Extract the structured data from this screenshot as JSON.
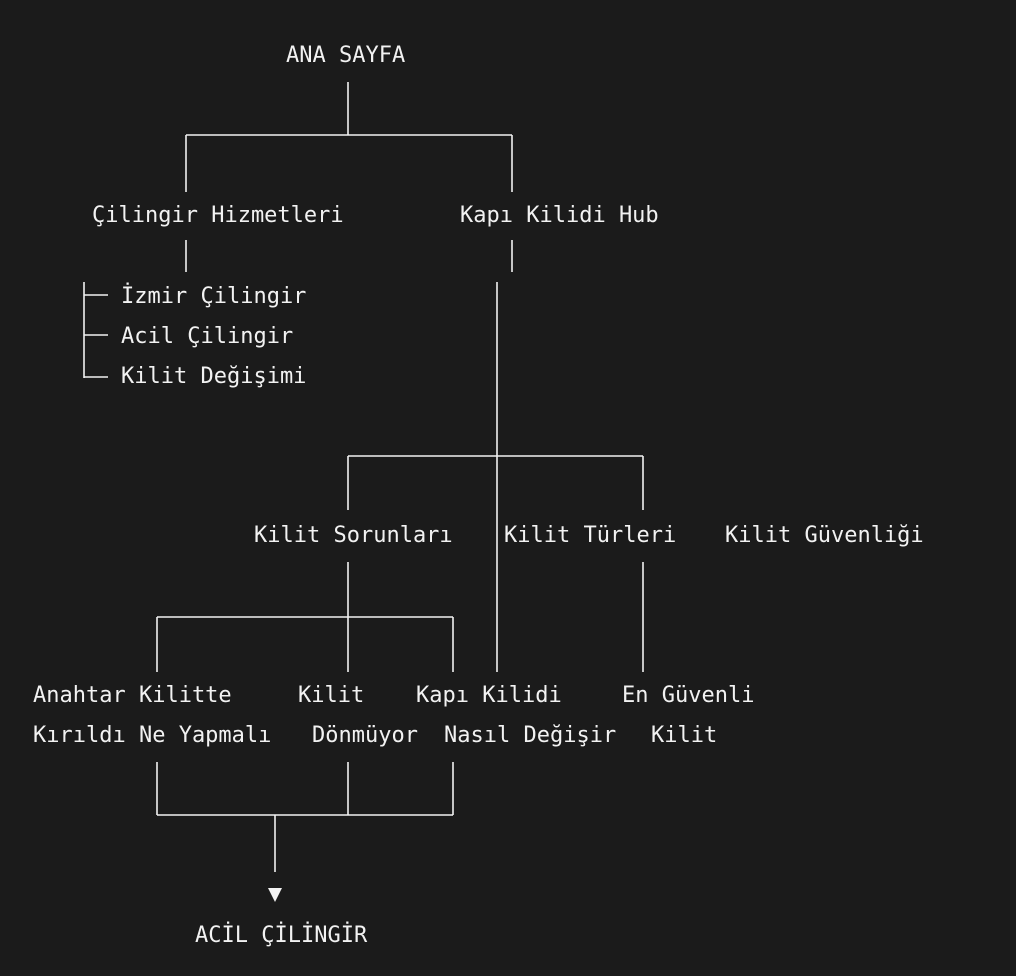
{
  "colors": {
    "background": "#1b1b1b",
    "foreground": "#f2f2f2"
  },
  "icons": {
    "arrow": "down-triangle-icon",
    "tree_branch": "tree-branch-connector",
    "tree_last": "tree-last-connector"
  },
  "root": {
    "label": "ANA SAYFA"
  },
  "level1": {
    "services": {
      "label": "Çilingir Hizmetleri",
      "children": [
        "İzmir Çilingir",
        "Acil Çilingir",
        "Kilit Değişimi"
      ]
    },
    "hub": {
      "label": "Kapı Kilidi Hub"
    }
  },
  "level2": {
    "problems": {
      "label": "Kilit Sorunları"
    },
    "types": {
      "label": "Kilit Türleri"
    },
    "security": {
      "label": "Kilit Güvenliği"
    }
  },
  "level3": {
    "article1": {
      "line1": "Anahtar Kilitte",
      "line2": "Kırıldı Ne Yapmalı"
    },
    "article2": {
      "line1": "Kilit",
      "line2": "Dönmüyor"
    },
    "article3": {
      "line1": "Kapı Kilidi",
      "line2": "Nasıl Değişir"
    },
    "article4": {
      "line1": "En Güvenli",
      "line2": "Kilit"
    }
  },
  "target": {
    "label": "ACİL ÇİLİNGİR"
  }
}
